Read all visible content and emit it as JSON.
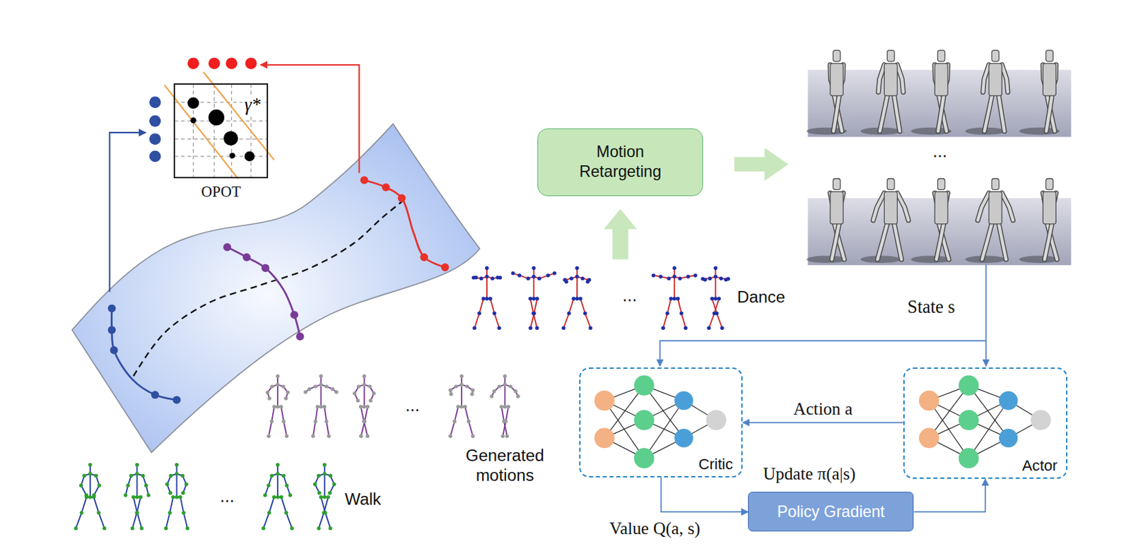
{
  "diagram": {
    "nodes": [
      {
        "text": [
          "γ*",
          "OPOT"
        ]
      },
      {
        "text": [
          "Motion Retargeting"
        ]
      },
      {
        "text": [
          "Critic"
        ]
      },
      {
        "text": [
          "Actor"
        ]
      },
      {
        "text": [
          "Policy Gradient"
        ]
      }
    ],
    "edges": [
      {
        "from": 3,
        "to": 2,
        "arrow": "to",
        "label": "Action a"
      },
      {
        "from": 2,
        "to": 4,
        "arrow": "to"
      },
      {
        "from": 4,
        "to": 3,
        "arrow": "to"
      }
    ],
    "labels": [
      "...",
      "...",
      "Dance",
      "State s",
      "...",
      "Update π(a|s)",
      "Generated motions",
      "...",
      "Walk",
      "Value Q(a, s)"
    ]
  }
}
